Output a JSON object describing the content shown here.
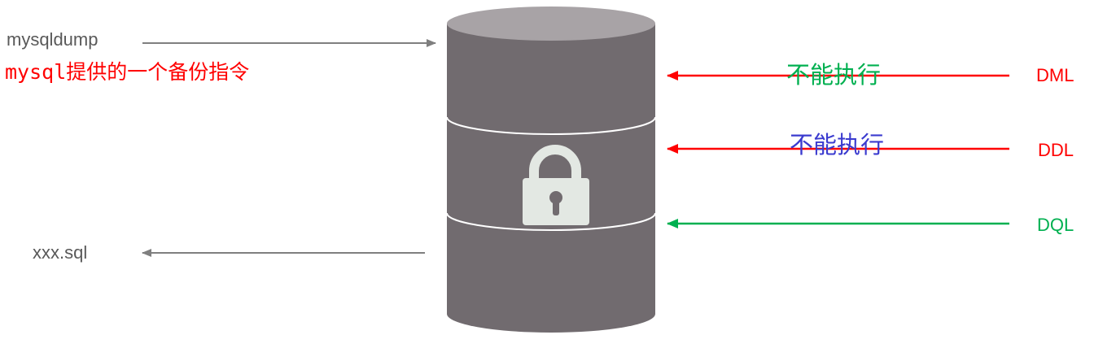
{
  "source": {
    "command": "mysqldump",
    "note": "mysql提供的一个备份指令",
    "output_file": "xxx.sql"
  },
  "operations": [
    {
      "label": "DML",
      "status": "不能执行",
      "arrow_color": "#ff0000",
      "label_color": "#ff0000",
      "status_color": "#00b050",
      "allowed": false
    },
    {
      "label": "DDL",
      "status": "不能执行",
      "arrow_color": "#ff0000",
      "label_color": "#ff0000",
      "status_color": "#3b3bcf",
      "allowed": false
    },
    {
      "label": "DQL",
      "arrow_color": "#00b050",
      "label_color": "#00b050",
      "allowed": true
    }
  ],
  "colors": {
    "database_body": "#716b6f",
    "database_top": "#a8a3a6",
    "lock": "#e3e8e3",
    "gray_arrow": "#7f7f7f"
  },
  "icons": [
    "database-cylinder-icon",
    "lock-icon"
  ]
}
